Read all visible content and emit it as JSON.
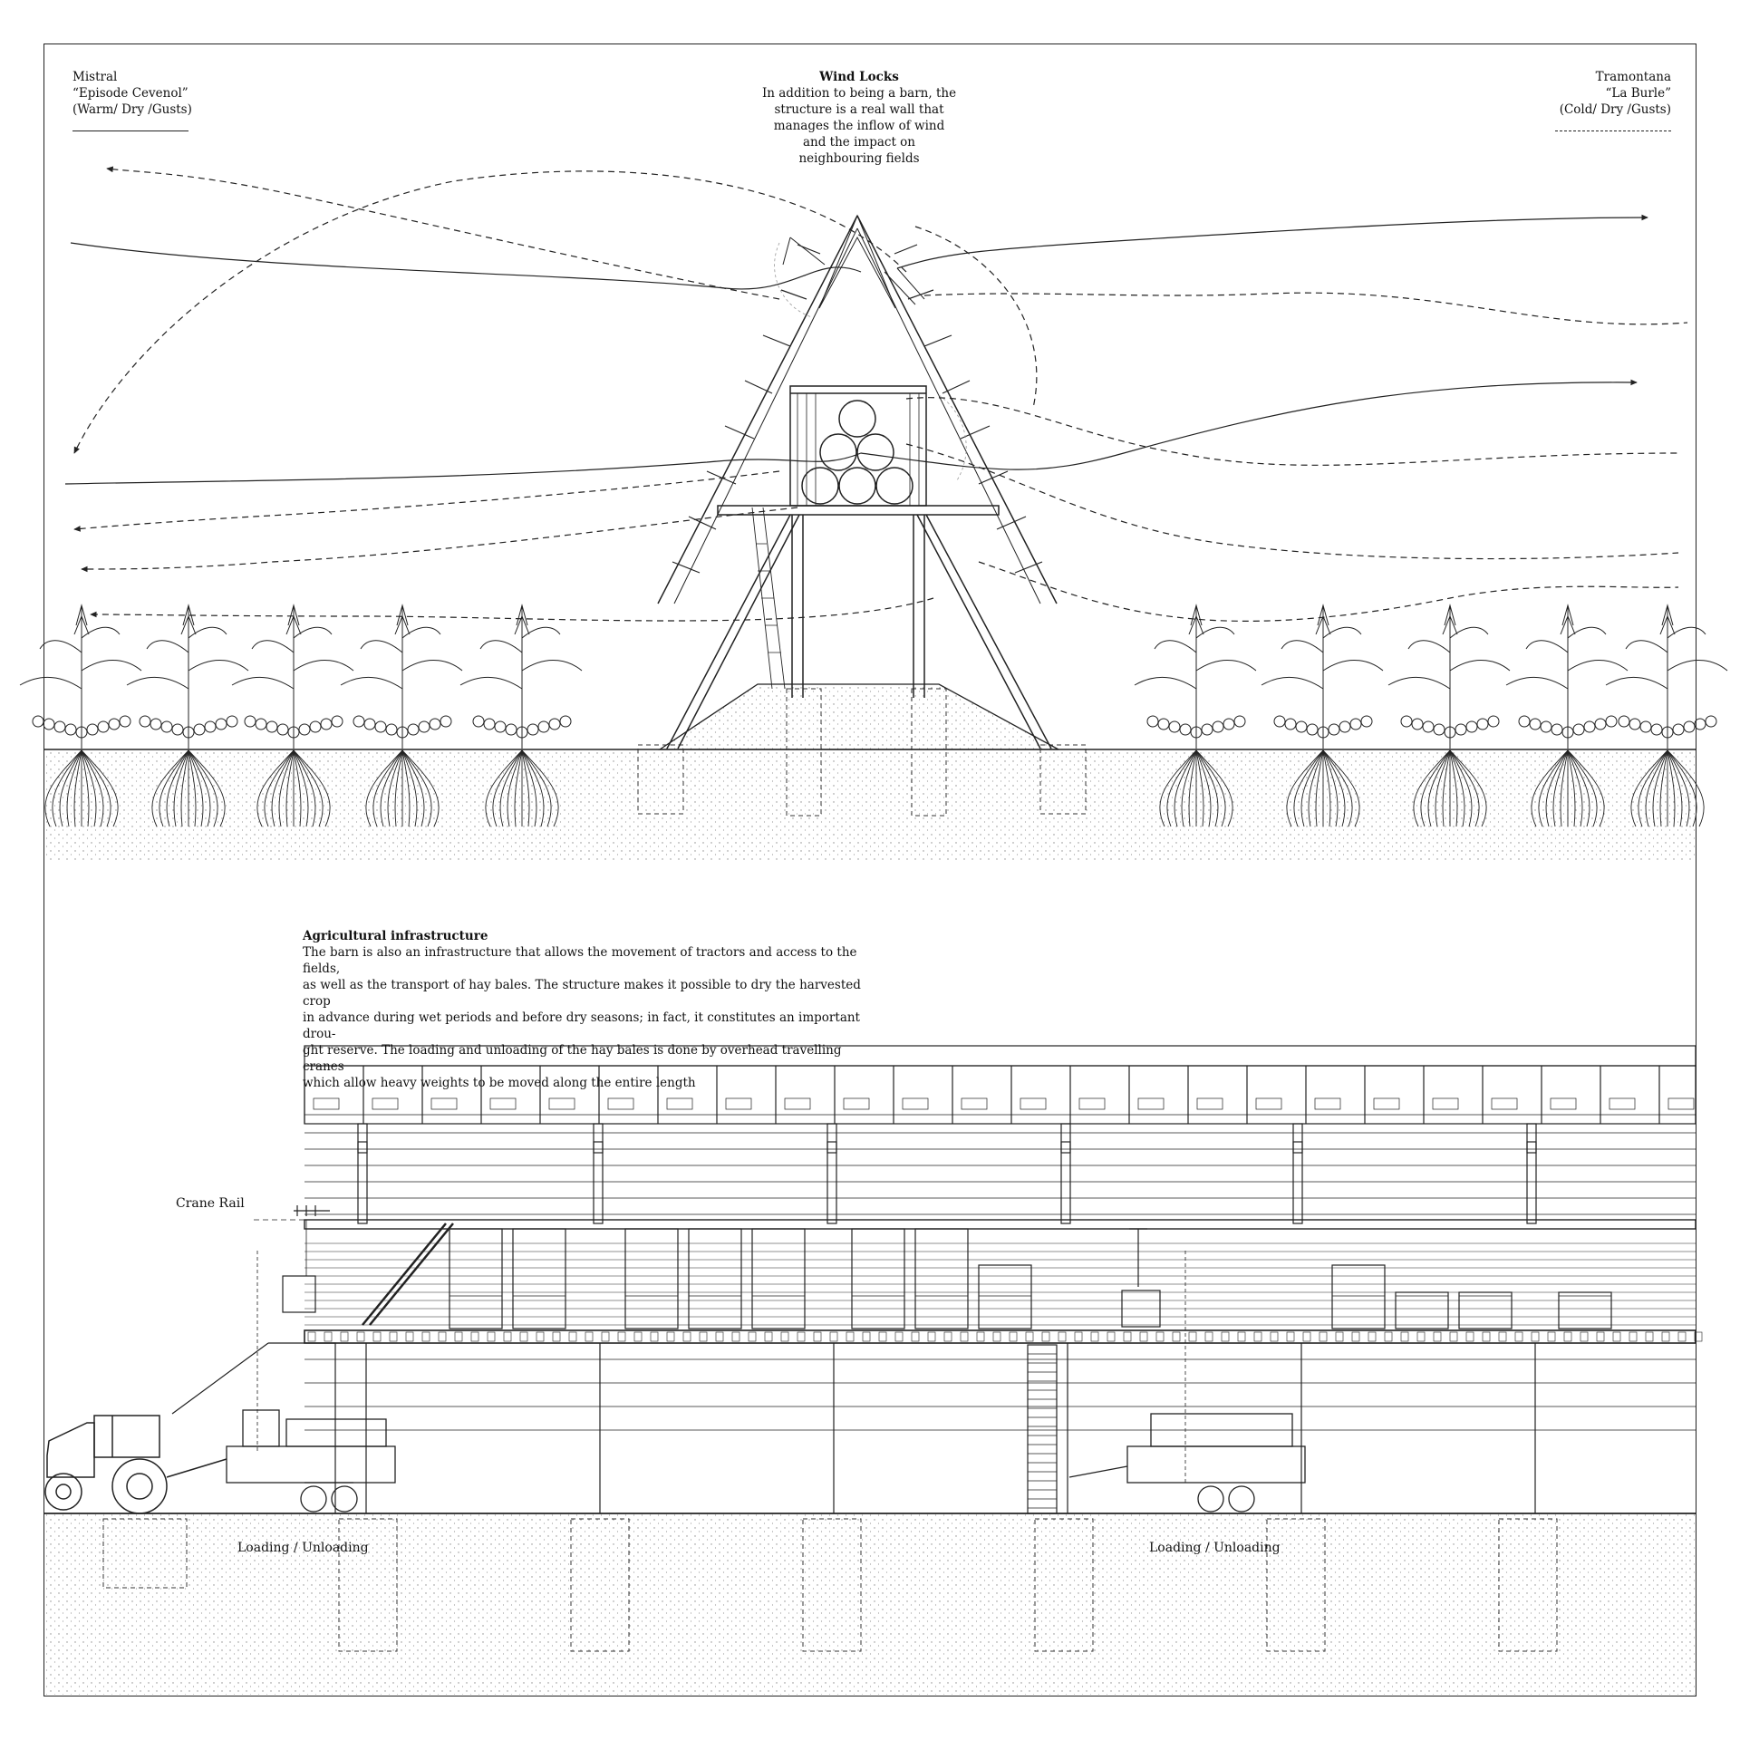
{
  "legend_left": {
    "name": "Mistral",
    "subtitle": "“Episode Cevenol”",
    "props": "(Warm/ Dry /Gusts)",
    "line_style": "solid"
  },
  "legend_right": {
    "name": "Tramontana",
    "subtitle": "“La Burle”",
    "props": "(Cold/ Dry /Gusts)",
    "line_style": "dashed"
  },
  "wind_locks": {
    "title": "Wind Locks",
    "body": "In addition to being a barn, the structure is a real wall that manages the inflow of wind and the impact on neighbouring fields"
  },
  "agri": {
    "title": "Agricultural infrastructure",
    "lines": [
      "The barn is also an infrastructure that allows the movement of tractors and access to the fields,",
      "as well as the transport of hay bales. The structure makes it possible to dry the harvested crop",
      "in advance during wet periods and before dry seasons; in fact, it constitutes an important drou-",
      "ght reserve. The loading and unloading of the hay bales is done by overhead travelling cranes",
      "which allow heavy weights to be moved along the entire length"
    ]
  },
  "labels": {
    "crane_rail": "Crane Rail",
    "loading_left": "Loading / Unloading",
    "loading_right": "Loading / Unloading"
  },
  "colors": {
    "ink": "#222222",
    "ground_dots": "#8a8a8a",
    "paper": "#ffffff"
  }
}
